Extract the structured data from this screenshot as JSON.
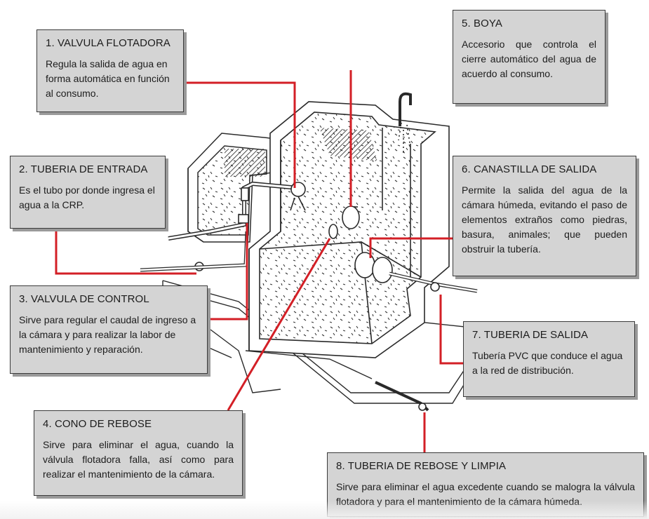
{
  "colors": {
    "box_fill": "#d4d4d4",
    "leader_line": "#d31f26",
    "drawing_ink": "#2a2a2a"
  },
  "labels": [
    {
      "id": "valvula-flotadora",
      "title": "1. VALVULA FLOTADORA",
      "text": "Regula la salida de agua en forma automática en función al consumo."
    },
    {
      "id": "tuberia-entrada",
      "title": "2. TUBERIA DE ENTRADA",
      "text": "Es el tubo por donde ingresa el agua a la CRP."
    },
    {
      "id": "valvula-control",
      "title": "3. VALVULA DE CONTROL",
      "text": "Sirve para regular el caudal de ingreso a la cámara y para realizar la labor de mantenimiento y reparación."
    },
    {
      "id": "cono-rebose",
      "title": "4. CONO DE REBOSE",
      "text": "Sirve para eliminar el agua, cuando la válvula flotadora falla, así como para realizar el mantenimiento de la cámara."
    },
    {
      "id": "boya",
      "title": "5. BOYA",
      "text": "Accesorio que controla el cierre automático del agua de acuerdo al consumo."
    },
    {
      "id": "canastilla-salida",
      "title": "6. CANASTILLA DE SALIDA",
      "text": "Permite la salida del agua de la cámara húmeda, evitando el paso de elementos extraños como piedras, basura, animales; que pueden obstruir la tubería."
    },
    {
      "id": "tuberia-salida",
      "title": "7. TUBERIA DE SALIDA",
      "text": "Tubería PVC que conduce el agua a la red de distribución."
    },
    {
      "id": "tuberia-rebose-limpia",
      "title": "8. TUBERIA DE REBOSE Y LIMPIA",
      "text": "Sirve para eliminar el agua excedente cuando se malogra la válvula flotadora y para el mantenimiento de la cámara húmeda."
    }
  ]
}
